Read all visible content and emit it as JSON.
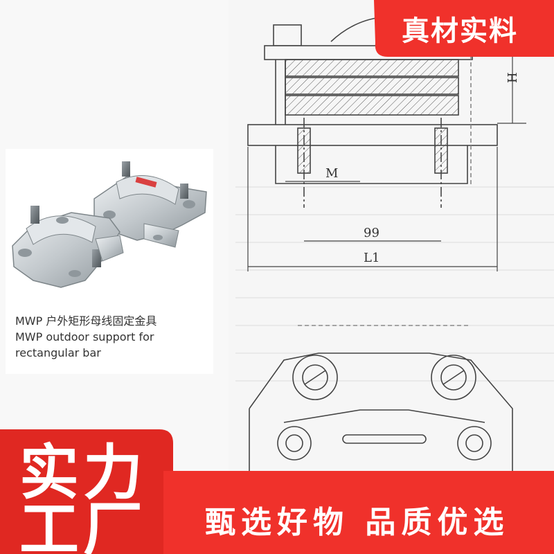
{
  "badge": {
    "text": "真材实料"
  },
  "caption": {
    "line1": "MWP 户外矩形母线固定金具",
    "line2": "MWP outdoor support for",
    "line3": "rectangular bar"
  },
  "drawing": {
    "label_h": "H",
    "label_m": "M",
    "label_99": "99",
    "label_l1": "L1"
  },
  "banner": {
    "left_line1": "实力",
    "left_line2": "工厂",
    "right_text": "甄选好物 品质优选"
  },
  "colors": {
    "red": "#f0312b",
    "red_dark": "#e02822",
    "metal": "#c9cfd3",
    "line": "#4a4a4a"
  }
}
